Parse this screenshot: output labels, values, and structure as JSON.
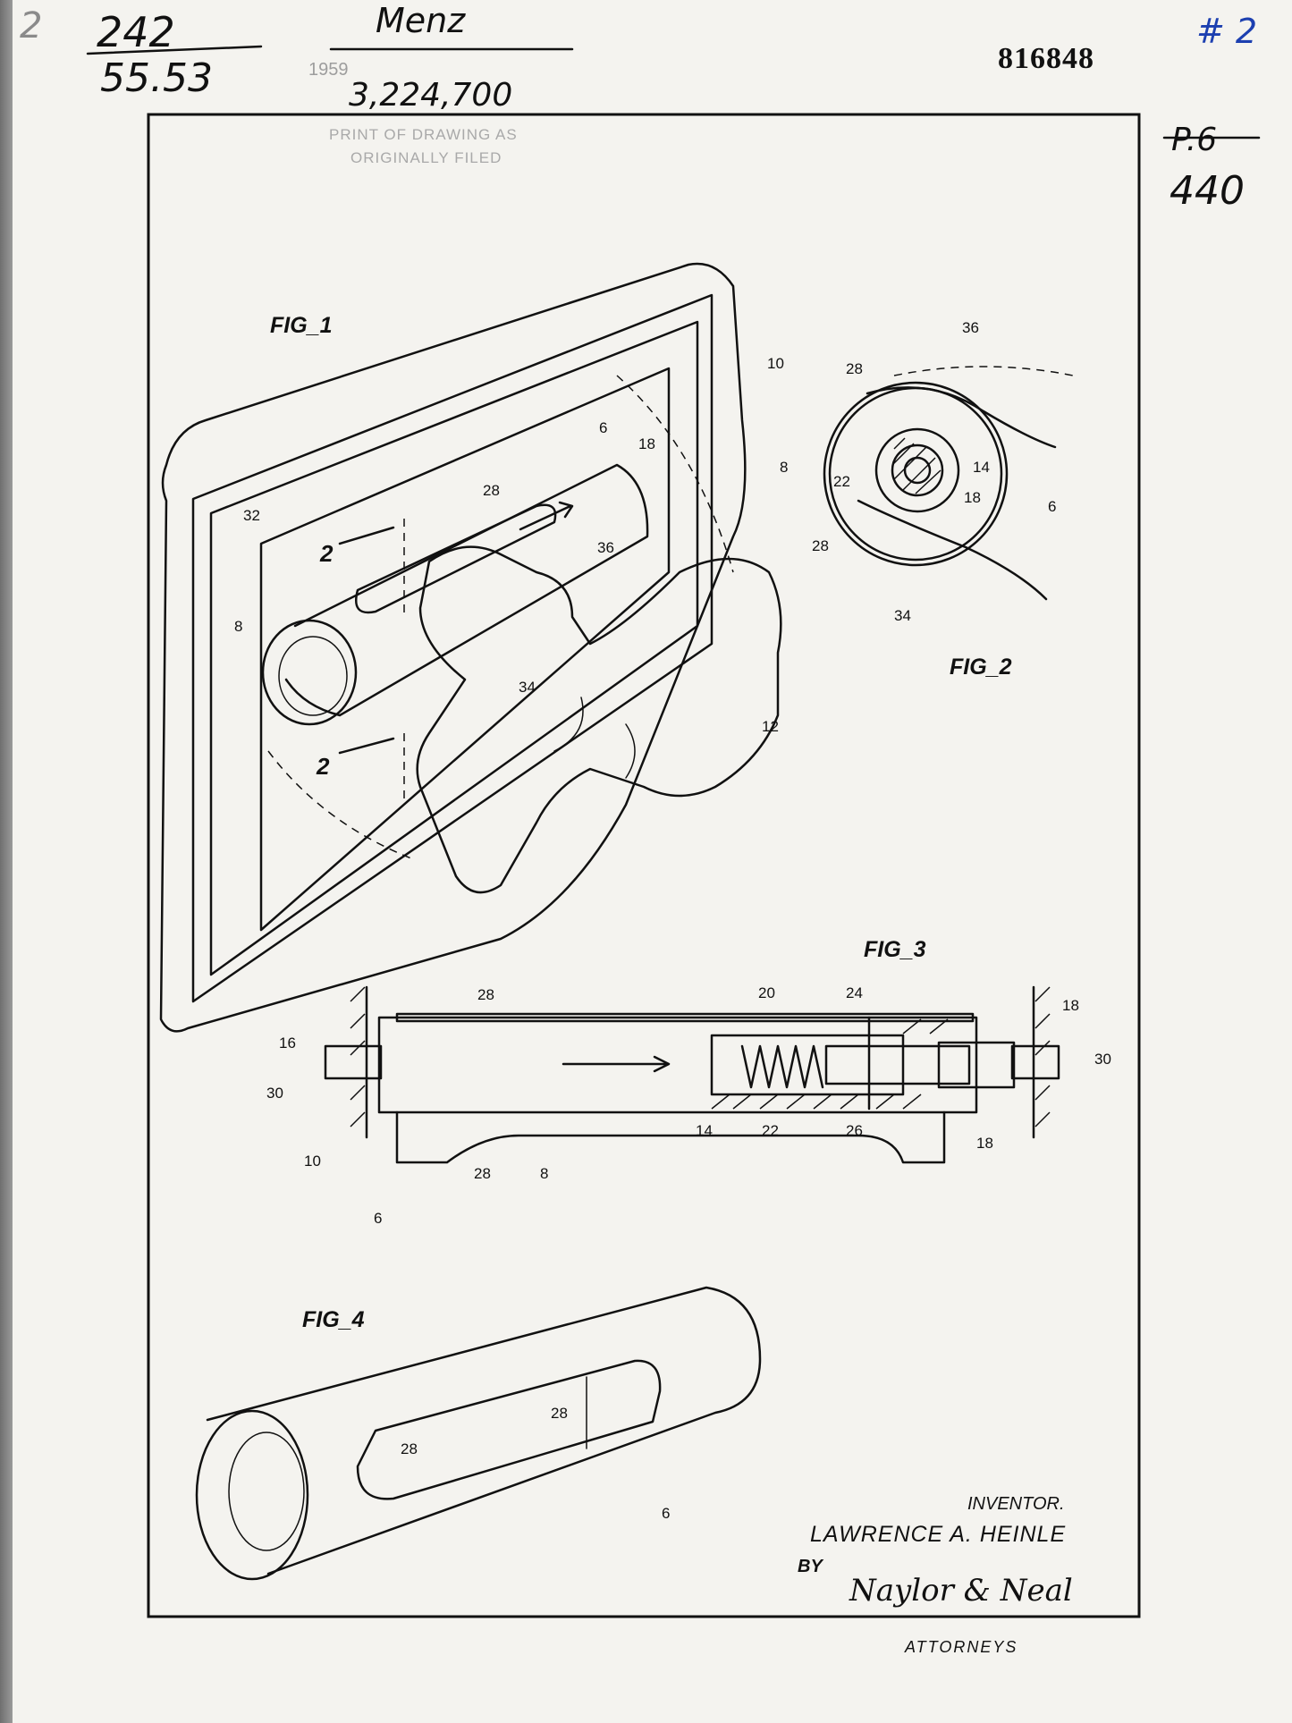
{
  "document": {
    "patent_number": "816848",
    "annotations": {
      "top_left_number": "242",
      "top_left_sub": "55.53",
      "top_left_faint": "2",
      "name": "Menz",
      "faint_year": "1959",
      "reference_number": "3,224,700",
      "hash_mark": "# 2",
      "struck_text": "P.6",
      "page_count": "440"
    },
    "stamp": {
      "line1": "PRINT OF DRAWING AS",
      "line2": "ORIGINALLY FILED"
    },
    "figures": [
      {
        "label": "FIG_1"
      },
      {
        "label": "FIG_2"
      },
      {
        "label": "FIG_3"
      },
      {
        "label": "FIG_4"
      }
    ],
    "section_label": "2",
    "reference_numerals": {
      "fig1": [
        "10",
        "6",
        "18",
        "28",
        "32",
        "36",
        "8",
        "34",
        "12"
      ],
      "fig2": [
        "36",
        "28",
        "8",
        "22",
        "14",
        "18",
        "6",
        "28",
        "34"
      ],
      "fig3": [
        "28",
        "20",
        "24",
        "18",
        "16",
        "30",
        "30",
        "10",
        "14",
        "22",
        "26",
        "18",
        "28",
        "8",
        "6"
      ],
      "fig4": [
        "28",
        "28",
        "6"
      ]
    },
    "inventor_block": {
      "heading": "INVENTOR.",
      "name": "LAWRENCE A. HEINLE",
      "by": "BY",
      "signature": "Naylor & Neal",
      "role": "ATTORNEYS"
    }
  }
}
